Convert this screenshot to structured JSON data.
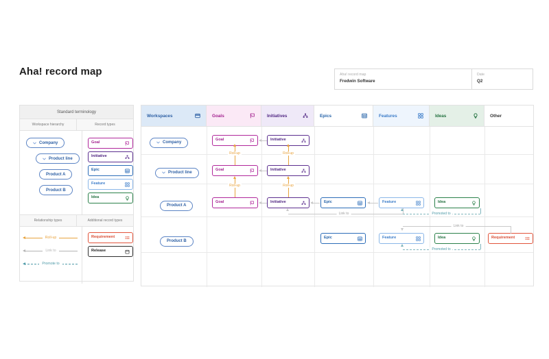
{
  "page": {
    "title": "Aha! record map"
  },
  "meta": {
    "left_label": "Aha! record map",
    "left_value": "Fredwin Software",
    "right_label": "Date",
    "right_value": "Q2"
  },
  "legend": {
    "title": "Standard terminology",
    "sub_left": "Workspace hierarchy",
    "sub_right": "Record types",
    "workspace_hierarchy": [
      {
        "label": "Company",
        "expandable": true
      },
      {
        "label": "Product line",
        "expandable": true
      },
      {
        "label": "Product A",
        "expandable": false
      },
      {
        "label": "Product B",
        "expandable": false
      }
    ],
    "record_types": [
      {
        "label": "Goal",
        "icon": "flag-icon",
        "color": "#b0269b"
      },
      {
        "label": "Initiative",
        "icon": "hierarchy-icon",
        "color": "#5b2d8e"
      },
      {
        "label": "Epic",
        "icon": "grid-icon",
        "color": "#2b6cb8"
      },
      {
        "label": "Feature",
        "icon": "hash-icon",
        "color": "#8ab6e8"
      },
      {
        "label": "Idea",
        "icon": "lightbulb-icon",
        "color": "#2a8049"
      }
    ],
    "relationship_title": "Relationship types",
    "relationships": [
      {
        "label": "Roll-up",
        "color": "#e8a33d",
        "style": "solid"
      },
      {
        "label": "Link to",
        "color": "#b4b4b4",
        "style": "solid"
      },
      {
        "label": "Promote to",
        "color": "#4e9aa8",
        "style": "dashed"
      }
    ],
    "additional_title": "Additional record types",
    "additional_record_types": [
      {
        "label": "Requirement",
        "icon": "list-icon",
        "color": "#e2533a"
      },
      {
        "label": "Release",
        "icon": "calendar-icon",
        "color": "#2e2e2e"
      }
    ]
  },
  "grid": {
    "columns": [
      {
        "label": "Workspaces",
        "icon": "window-icon",
        "color": "#2d5fa4"
      },
      {
        "label": "Goals",
        "icon": "flag-icon",
        "color": "#a3208f"
      },
      {
        "label": "Initiatives",
        "icon": "hierarchy-icon",
        "color": "#512783"
      },
      {
        "label": "Epics",
        "icon": "grid-icon",
        "color": "#2462a8"
      },
      {
        "label": "Features",
        "icon": "hash-icon",
        "color": "#3a7bc8"
      },
      {
        "label": "Ideas",
        "icon": "lightbulb-icon",
        "color": "#23713f"
      },
      {
        "label": "Other",
        "icon": "",
        "color": "#333333"
      }
    ],
    "rows": [
      {
        "workspace": "Company",
        "goal": "Goal",
        "initiative": "Initiative"
      },
      {
        "workspace": "Product line",
        "goal": "Goal",
        "initiative": "Initiative"
      },
      {
        "workspace": "Product A",
        "goal": "Goal",
        "initiative": "Initiative",
        "epic": "Epic",
        "feature": "Feature",
        "idea": "Idea"
      },
      {
        "workspace": "Product B",
        "epic": "Epic",
        "feature": "Feature",
        "idea": "Idea",
        "requirement": "Requirement"
      }
    ],
    "connector_labels": {
      "rollup": "Roll-up",
      "link_to": "Link to",
      "promoted_to": "Promoted to"
    }
  }
}
